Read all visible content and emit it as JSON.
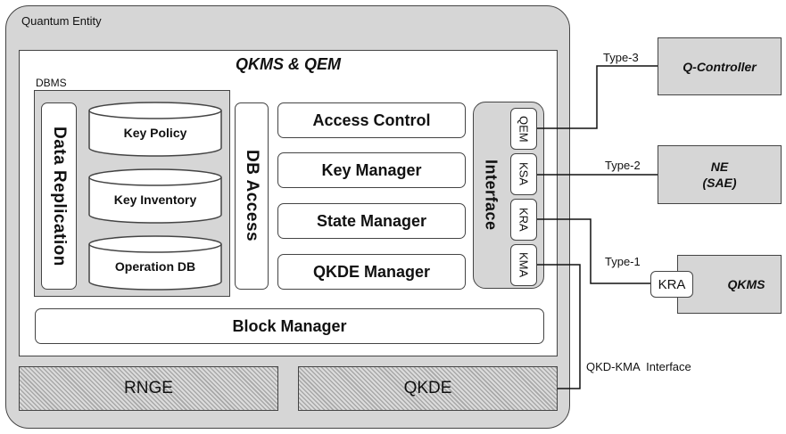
{
  "quantum_entity": {
    "label": "Quantum Entity"
  },
  "qkms_qem": {
    "title": "QKMS & QEM"
  },
  "dbms": {
    "label": "DBMS",
    "data_replication": "Data Replication",
    "databases": [
      "Key Policy",
      "Key Inventory",
      "Operation DB"
    ]
  },
  "db_access": "DB Access",
  "managers": [
    "Access Control",
    "Key Manager",
    "State Manager",
    "QKDE Manager"
  ],
  "interface": {
    "label": "Interface",
    "ports": [
      "QEM",
      "KSA",
      "KRA",
      "KMA"
    ]
  },
  "block_manager": "Block Manager",
  "bottom_modules": [
    "RNGE",
    "QKDE"
  ],
  "external": {
    "q_controller": "Q-Controller",
    "ne_line1": "NE",
    "ne_line2": "(SAE)",
    "qkms": "QKMS",
    "kra": "KRA"
  },
  "links": {
    "type3": "Type-3",
    "type2": "Type-2",
    "type1": "Type-1",
    "qkd_kma": "QKD-KMA  Interface"
  }
}
